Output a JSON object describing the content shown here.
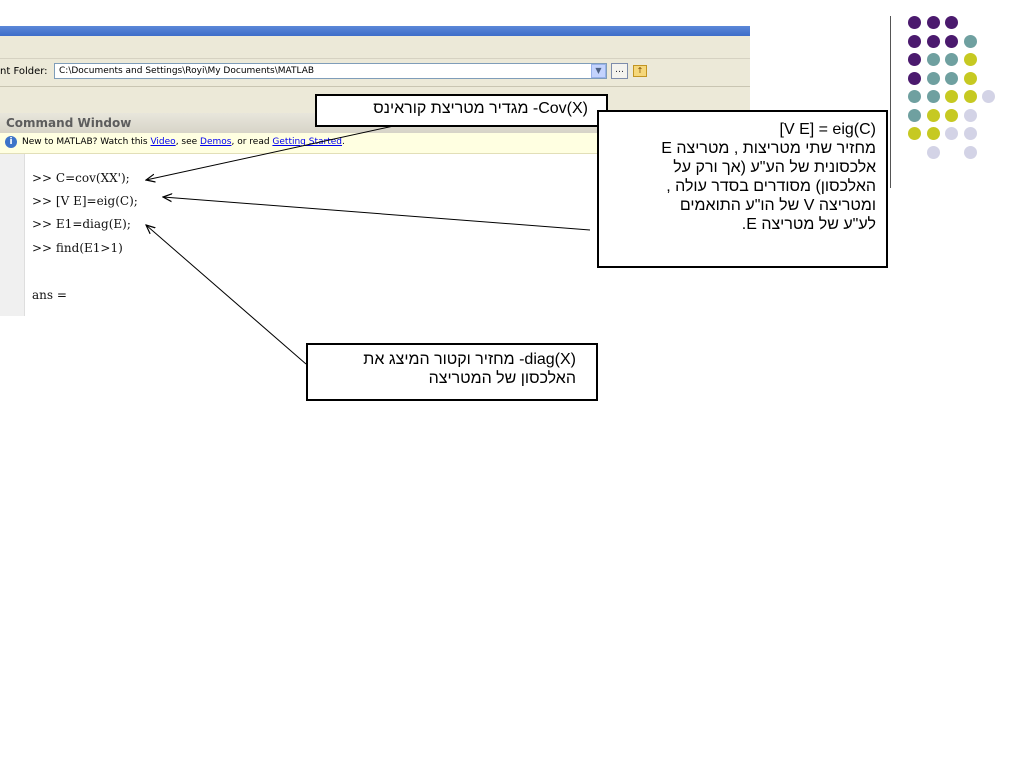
{
  "matlab": {
    "folder_label": "nt Folder:",
    "folder_path": "C:\\Documents and Settings\\Royi\\My Documents\\MATLAB",
    "command_window_title": "Command Window",
    "info": {
      "prefix": "New to MATLAB? Watch this ",
      "video": "Video",
      "mid1": ", see ",
      "demos": "Demos",
      "mid2": ", or read ",
      "getting_started": "Getting Started",
      "suffix": "."
    },
    "commands": [
      ">> C=cov(XX');",
      ">> [V E]=eig(C);",
      ">> E1=diag(E);",
      ">> find(E1>1)",
      "ans ="
    ]
  },
  "callouts": {
    "cov": "Cov(X)- מגדיר מטריצת קוראינס",
    "eig": [
      "[V E] = eig(C)",
      "מחזיר שתי מטריצות , מטריצה E",
      "אלכסונית של הע\"ע (אך ורק על",
      "האלכסון) מסודרים בסדר עולה ,",
      "ומטריצה V של הו\"ע התואמים",
      "לע\"ע של מטריצה E."
    ],
    "diag": [
      "diag(X)- מחזיר וקטור המיצג את",
      "האלכסון של המטריצה"
    ]
  },
  "decor": {
    "colors": {
      "purple": "#4b1a6e",
      "teal": "#6fa0a0",
      "olive": "#c6c922",
      "lavender": "#d3d3e6"
    },
    "dot_rows": [
      [
        "purple",
        "purple",
        "purple",
        null
      ],
      [
        "purple",
        "purple",
        "purple",
        "teal"
      ],
      [
        "purple",
        "teal",
        "teal",
        "olive"
      ],
      [
        "purple",
        "teal",
        "teal",
        "olive"
      ],
      [
        "teal",
        "teal",
        "olive",
        "olive",
        "lavender"
      ],
      [
        "teal",
        "olive",
        "olive",
        "lavender"
      ],
      [
        "olive",
        "olive",
        "lavender",
        "lavender"
      ],
      [
        null,
        "lavender",
        null,
        "lavender"
      ]
    ]
  }
}
